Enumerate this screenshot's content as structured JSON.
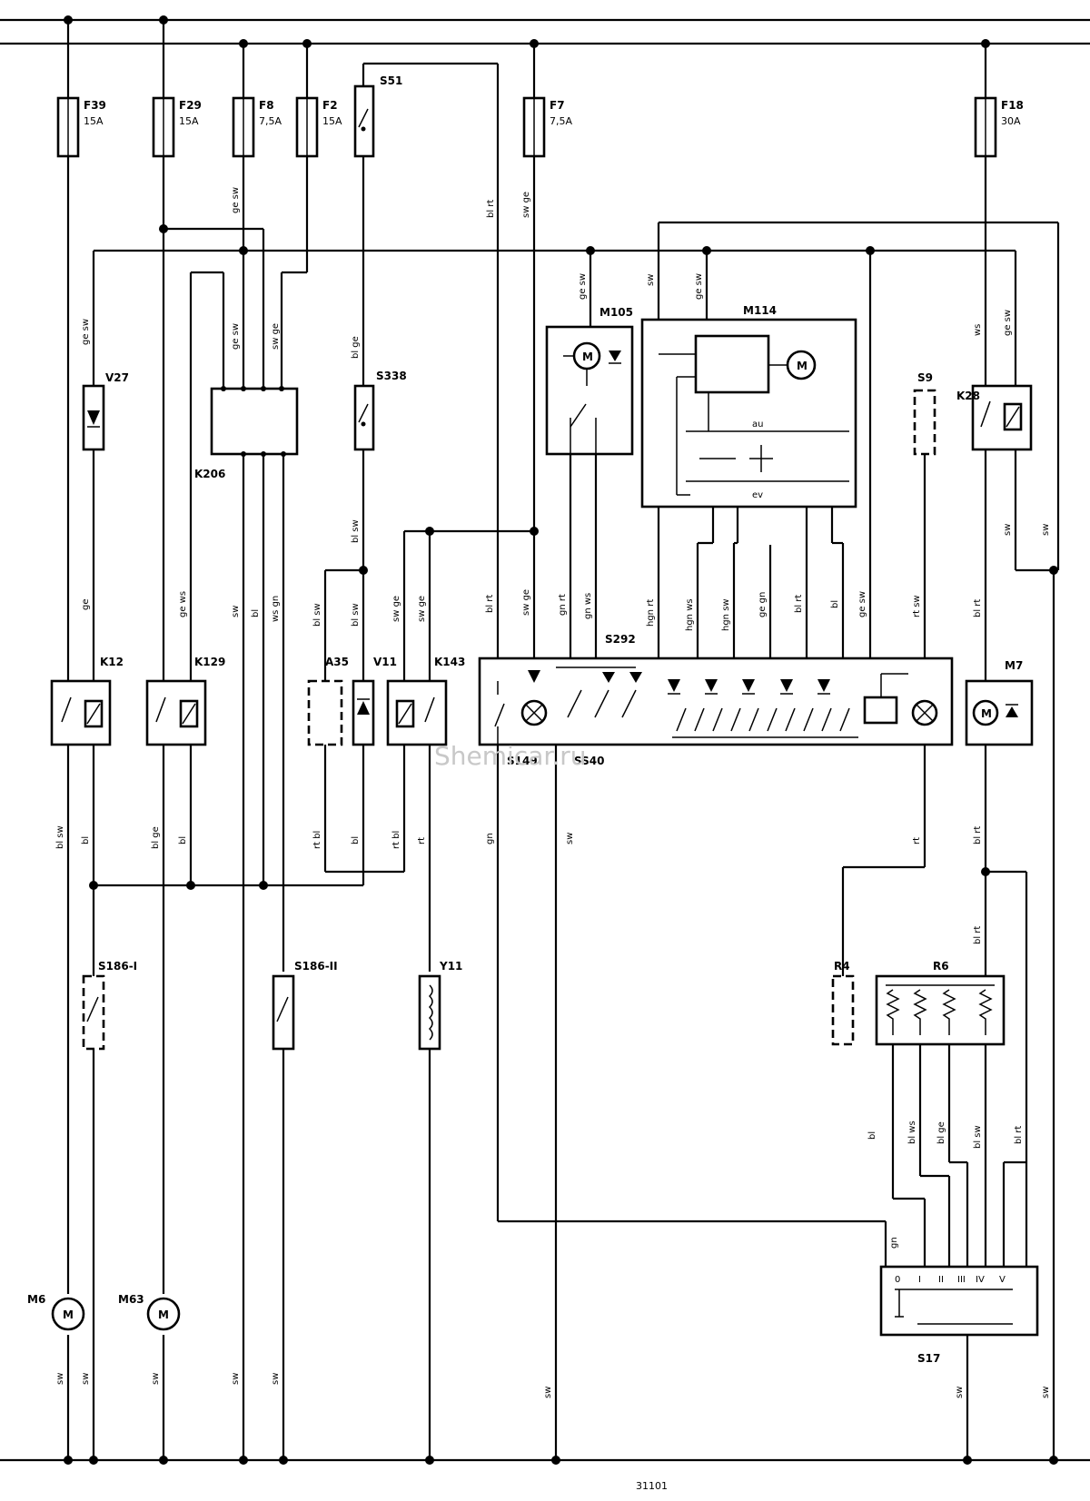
{
  "fuses": [
    {
      "id": "F39",
      "rating": "15A"
    },
    {
      "id": "F29",
      "rating": "15A"
    },
    {
      "id": "F8",
      "rating": "7,5A"
    },
    {
      "id": "F2",
      "rating": "15A"
    },
    {
      "id": "F7",
      "rating": "7,5A"
    },
    {
      "id": "F18",
      "rating": "30A"
    }
  ],
  "components": {
    "s51": "S51",
    "m105": "M105",
    "m114": "M114",
    "v27": "V27",
    "k206": "K206",
    "s338": "S338",
    "s9": "S9",
    "k28": "K28",
    "k12": "K12",
    "k129": "K129",
    "a35": "A35",
    "v11": "V11",
    "k143": "K143",
    "s292": "S292",
    "m7": "M7",
    "s149": "S149",
    "ss40": "SS40",
    "s186i": "S186-I",
    "s186ii": "S186-II",
    "y11": "Y11",
    "r4": "R4",
    "r6": "R6",
    "m6": "M6",
    "m63": "M63",
    "s17": "S17",
    "m114_au": "au",
    "m114_ev": "ev",
    "motor": "M"
  },
  "s17_positions": [
    "0",
    "I",
    "II",
    "III",
    "IV",
    "V"
  ],
  "wire_labels": {
    "w01": "ge sw",
    "w02": "ge sw",
    "w03": "ge sw",
    "w04": "sw ge",
    "w05": "bl ge",
    "w06": "bl sw",
    "w07": "bl rt",
    "w08": "sw ge",
    "w09": "ge sw",
    "w10": "sw",
    "w11": "ge sw",
    "w12": "ws",
    "w13": "ge sw",
    "w14": "sw",
    "w15": "sw",
    "w16": "ge",
    "w17": "ge ws",
    "w18": "sw",
    "w19": "bl",
    "w20": "ws gn",
    "w21": "bl sw",
    "w22": "bl sw",
    "w23": "sw ge",
    "w24": "sw ge",
    "w25": "bl rt",
    "w26": "sw ge",
    "w27": "gn rt",
    "w28": "gn ws",
    "w29": "hgn rt",
    "w30": "hgn ws",
    "w31": "hgn sw",
    "w32": "ge gn",
    "w33": "bl rt",
    "w34": "bl",
    "w35": "ge sw",
    "w36": "rt sw",
    "w37": "bl rt",
    "w38": "bl sw",
    "w39": "bl",
    "w40": "bl ge",
    "w41": "bl",
    "w42": "rt bl",
    "w43": "bl",
    "w44": "rt bl",
    "w45": "rt",
    "w46": "gn",
    "w47": "sw",
    "w48": "rt",
    "w49": "bl rt",
    "w50": "bl rt",
    "w51": "bl",
    "w52": "bl ws",
    "w53": "bl ge",
    "w54": "bl sw",
    "w55": "bl rt",
    "w56": "gn",
    "w57": "sw",
    "w58": "sw",
    "w59": "sw",
    "w60": "sw",
    "w61": "sw",
    "w62": "sw",
    "w63": "sw",
    "w64": "sw",
    "w65": "sw"
  },
  "watermark": "Shemicar.ru",
  "footer": "31101"
}
